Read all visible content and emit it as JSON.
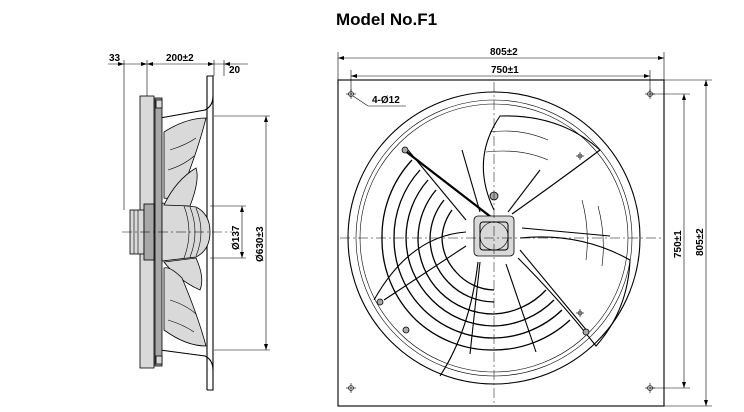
{
  "title": "Model No.F1",
  "side_view": {
    "dim_left": "33",
    "dim_depth": "200±2",
    "dim_flange": "20",
    "dim_hub": "Ø137",
    "dim_ring": "Ø630±3"
  },
  "front_view": {
    "dim_overall_width": "805±2",
    "dim_hole_pitch_width": "750±1",
    "dim_holes": "4-Ø12",
    "dim_hole_pitch_height": "750±1",
    "dim_overall_height": "805±2"
  }
}
